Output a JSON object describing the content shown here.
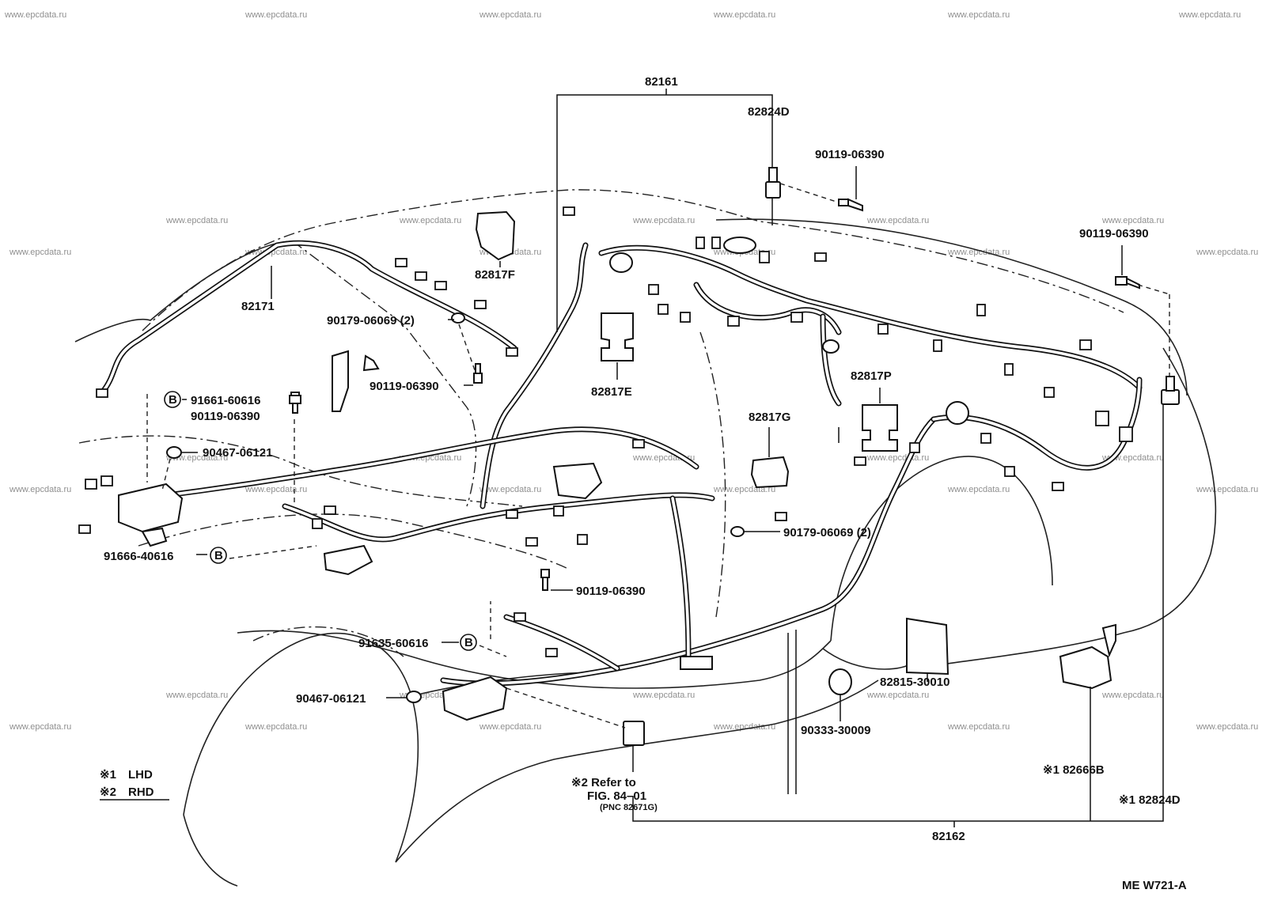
{
  "watermark": "www.epcdata.ru",
  "diagram_id": "ME W721-A",
  "labels": {
    "p82161": "82161",
    "p82824D_top": "82824D",
    "p90119_06390_a": "90119-06390",
    "p90119_06390_b": "90119-06390",
    "p82817F": "82817F",
    "p82171": "82171",
    "p90179_06069_a": "90179-06069 (2)",
    "p90119_06390_c": "90119-06390",
    "p82817E": "82817E",
    "p82817P": "82817P",
    "p82817G": "82817G",
    "p91661_60616": "91661-60616",
    "p90119_06390_d": "90119-06390",
    "p90467_06121_a": "90467-06121",
    "p91666_40616": "91666-40616",
    "p90179_06069_b": "90179-06069 (2)",
    "p90119_06390_e": "90119-06390",
    "p91635_60616": "91635-60616",
    "p90467_06121_b": "90467-06121",
    "p82815_30010": "82815-30010",
    "p90333_30009": "90333-30009",
    "p82666B": "※1 82666B",
    "p82824D_bottom": "※1 82824D",
    "p82162": "82162",
    "refer_line1": "※2 Refer to",
    "refer_line2": "FIG. 84–01",
    "refer_line3": "(PNC 82671G)",
    "tag_b": "B"
  },
  "legend": [
    {
      "mark": "※1",
      "text": "LHD"
    },
    {
      "mark": "※2",
      "text": "RHD"
    }
  ]
}
